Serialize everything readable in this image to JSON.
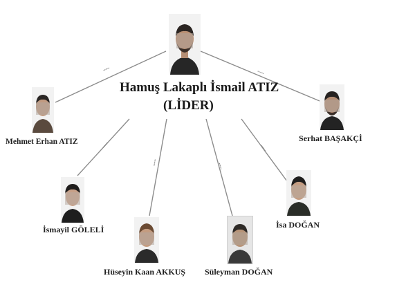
{
  "leader": {
    "name": "Hamuş Lakaplı İsmail ATIZ",
    "role": "(LİDER)",
    "icon": "person-photo-icon"
  },
  "members": [
    {
      "id": "mehmet",
      "name": "Mehmet Erhan ATIZ",
      "icon": "person-photo-icon"
    },
    {
      "id": "serhat",
      "name": "Serhat BAŞAKÇİ",
      "icon": "person-photo-icon"
    },
    {
      "id": "ismayil",
      "name": "İsmayil GÖLELİ",
      "icon": "person-photo-icon"
    },
    {
      "id": "huseyin",
      "name": "Hüseyin Kaan AKKUŞ",
      "icon": "person-photo-icon"
    },
    {
      "id": "suleyman",
      "name": "Süleyman DOĞAN",
      "icon": "person-photo-icon"
    },
    {
      "id": "isa",
      "name": "İsa DOĞAN",
      "icon": "person-photo-icon"
    }
  ],
  "colors": {
    "edge": "#8c8c8c",
    "text": "#1f1f1f",
    "background": "#ffffff"
  }
}
